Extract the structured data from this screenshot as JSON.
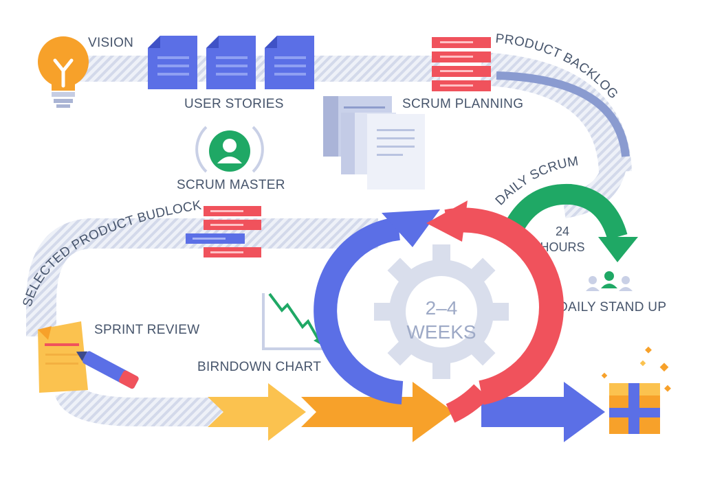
{
  "labels": {
    "vision": "VISION",
    "user_stories": "USER STORIES",
    "product_backlog": "PRODUCT BACKLOG",
    "scrum_planning": "SCRUM PLANNING",
    "scrum_master": "SCRUM MASTER",
    "daily_scrum": "DAILY SCRUM",
    "hours_value": "24",
    "hours_unit": "HOURS",
    "daily_stand_up": "DAILY STAND UP",
    "selected_product_backlog": "SELECTED PRODUCT BUDLOCK",
    "sprint_review": "SPRINT REVIEW",
    "burndown_chart": "BIRNDOWN CHART",
    "cycle_top": "2–4",
    "cycle_bottom": "WEEKS"
  },
  "colors": {
    "path": "#d9dff0",
    "blue": "#5b6fe6",
    "red": "#f0525c",
    "green": "#1fa865",
    "orange": "#f7a12a",
    "yellow": "#fbc24f",
    "gear": "#d9deec",
    "navy": "#8a9bd0"
  },
  "icons": [
    "lightbulb-icon",
    "document-icon",
    "list-icon",
    "person-icon",
    "gear-icon",
    "gift-icon",
    "pen-icon",
    "chart-icon"
  ]
}
